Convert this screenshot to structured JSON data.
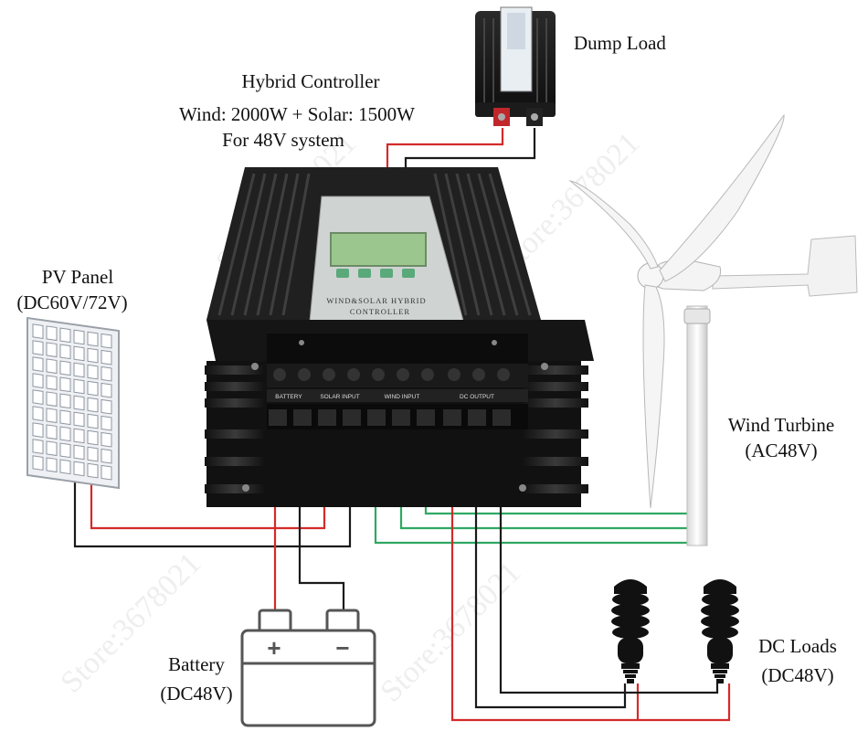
{
  "labels": {
    "dump_load": "Dump Load",
    "controller_title": "Hybrid Controller",
    "controller_spec": "Wind: 2000W + Solar: 1500W",
    "controller_system": "For 48V system",
    "pv_panel": "PV Panel",
    "pv_spec": "(DC60V/72V)",
    "wind_turbine": "Wind Turbine",
    "wind_spec": "(AC48V)",
    "battery": "Battery",
    "battery_spec": "(DC48V)",
    "dc_loads": "DC Loads",
    "dc_loads_spec": "(DC48V)"
  },
  "controller": {
    "front_line1": "WIND&SOLAR HYBRID",
    "front_line2": "CONTROLLER",
    "terminal_battery": "BATTERY",
    "terminal_solar": "SOLAR INPUT",
    "terminal_wind": "WIND INPUT",
    "terminal_dc": "DC OUTPUT"
  },
  "battery_symbols": {
    "plus": "+",
    "minus": "−"
  },
  "watermark": "Store:3678021",
  "colors": {
    "positive_wire": "#d42a2a",
    "negative_wire": "#1a1a1a",
    "ac_wire": "#2fa862",
    "controller_body": "#1e1e1e",
    "front_panel": "#cfd3d2",
    "lcd": "#9bc78f",
    "battery_outline": "#555555"
  },
  "icons": [
    "solar-panel-icon",
    "battery-icon",
    "wind-turbine-icon",
    "bulb-icon",
    "dump-load-icon",
    "controller-icon"
  ]
}
